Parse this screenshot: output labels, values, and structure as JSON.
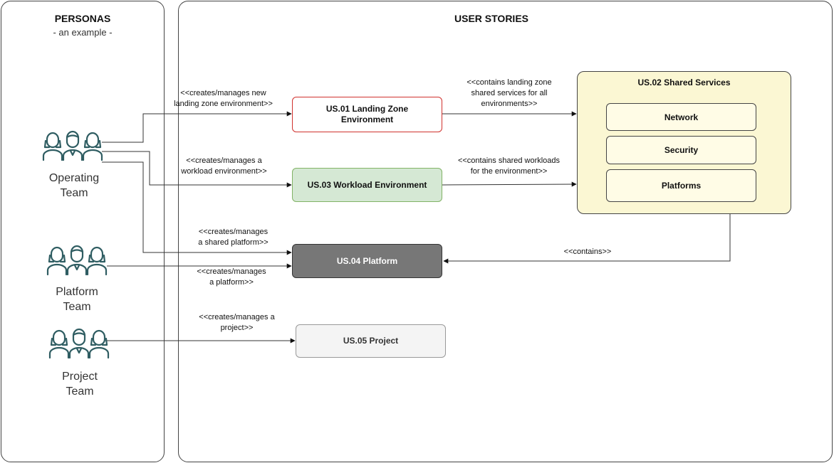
{
  "personas": {
    "title": "PERSONAS",
    "subtitle": "- an example -",
    "groups": [
      {
        "name_line1": "Operating",
        "name_line2": "Team",
        "icon": "team-icon"
      },
      {
        "name_line1": "Platform",
        "name_line2": "Team",
        "icon": "team-icon"
      },
      {
        "name_line1": "Project",
        "name_line2": "Team",
        "icon": "team-icon"
      }
    ]
  },
  "stories": {
    "title": "USER STORIES",
    "us01": {
      "line1": "US.01 Landing Zone",
      "line2": "Environment"
    },
    "us03": "US.03 Workload Environment",
    "us04": "US.04 Platform",
    "us05": "US.05 Project",
    "us02": {
      "title": "US.02 Shared Services",
      "items": [
        "Network",
        "Security",
        "Platforms"
      ]
    }
  },
  "edges": {
    "creates_landing_zone": [
      "<<creates/manages new",
      "landing zone environment>>"
    ],
    "creates_workload": [
      "<<creates/manages a",
      "workload environment>>"
    ],
    "creates_shared_platform": [
      "<<creates/manages",
      "a shared platform>>"
    ],
    "creates_platform": [
      "<<creates/manages",
      "a platform>>"
    ],
    "creates_project": [
      "<<creates/manages a",
      "project>>"
    ],
    "contains_landing_zone": [
      "<<contains landing zone",
      "shared services for all",
      "environments>>"
    ],
    "contains_workloads": [
      "<<contains shared workloads",
      "for the environment>>"
    ],
    "contains": "<<contains>>"
  },
  "colors": {
    "team_icon": "#2f5d62",
    "us01_border": "#d0312d",
    "us03_fill": "#d5e8d4",
    "us04_fill": "#777777",
    "us02_fill": "#fbf7d3"
  }
}
